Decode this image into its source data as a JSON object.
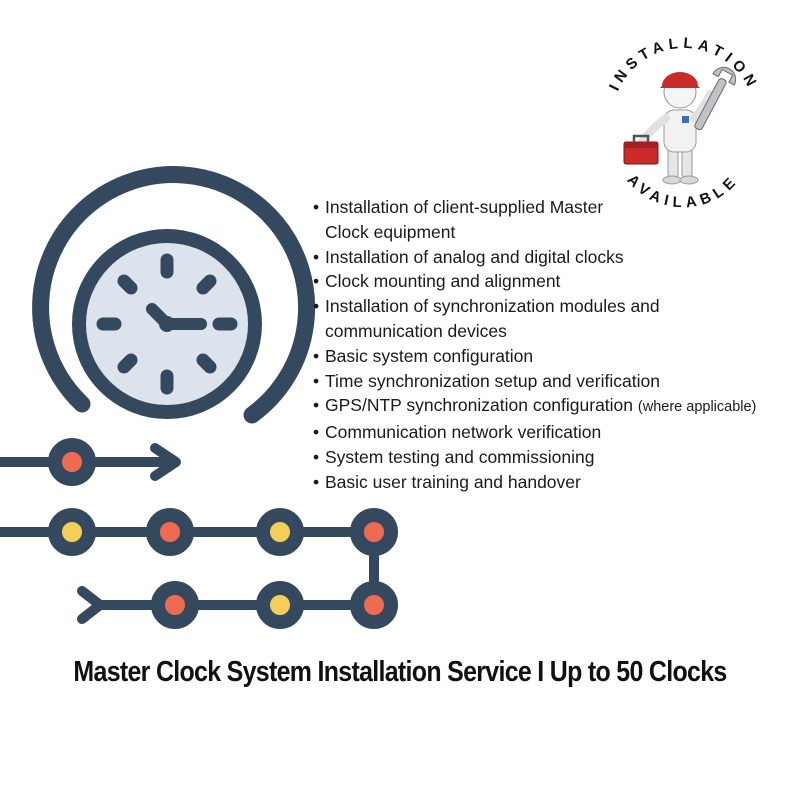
{
  "badge": {
    "top_text": "INSTALLATION",
    "bottom_text": "AVAILABLE"
  },
  "features": [
    {
      "text": "Installation of client-supplied Master",
      "continuation": "Clock equipment"
    },
    {
      "text": "Installation of analog and digital clocks"
    },
    {
      "text": "Clock mounting and alignment"
    },
    {
      "text": "Installation of synchronization modules and",
      "continuation": "communication devices"
    },
    {
      "text": "Basic system configuration"
    },
    {
      "text": "Time synchronization setup and verification"
    },
    {
      "text": "GPS/NTP synchronization configuration",
      "note": "(where applicable)"
    },
    {
      "text": "Communication network verification"
    },
    {
      "text": "System testing and commissioning"
    },
    {
      "text": "Basic user training and handover"
    }
  ],
  "footer": {
    "title": "Master Clock System Installation Service I Up to 50 Clocks"
  },
  "colors": {
    "navy": "#34495e",
    "clock_face": "#dde3ec",
    "node_red": "#ee6a51",
    "node_yellow": "#f4ce5b",
    "toolbox_red": "#c92a2a"
  },
  "icons": {
    "clock": "clock-icon",
    "timeline": "timeline-icon",
    "badge_figure": "installer-figure-icon"
  }
}
